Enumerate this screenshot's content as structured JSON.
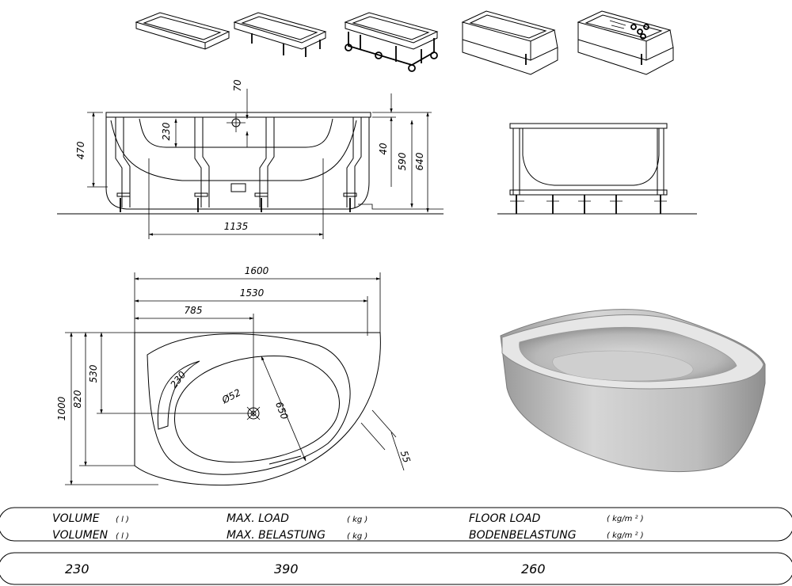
{
  "variants": [
    {
      "name": "tub-only"
    },
    {
      "name": "tub-with-legs"
    },
    {
      "name": "tub-with-frame"
    },
    {
      "name": "tub-with-panel"
    },
    {
      "name": "tub-with-panel-and-jets"
    }
  ],
  "front_view": {
    "dims": {
      "d70": "70",
      "d230": "230",
      "d470": "470",
      "d40": "40",
      "d590": "590",
      "d640": "640",
      "d1135": "1135"
    }
  },
  "plan_view": {
    "dims": {
      "d1600": "1600",
      "d1530": "1530",
      "d785": "785",
      "d1000": "1000",
      "d820": "820",
      "d530": "530",
      "d230": "230",
      "d52": "Ø52",
      "d650": "650",
      "d55": "55"
    }
  },
  "specs": {
    "volume_en": "VOLUME",
    "volume_de": "VOLUMEN",
    "volume_unit": "( l )",
    "load_en": "MAX. LOAD",
    "load_de": "MAX. BELASTUNG",
    "load_unit": "( kg )",
    "floor_en": "FLOOR LOAD",
    "floor_de": "BODENBELASTUNG",
    "floor_unit": "( kg/m ² )",
    "volume_value": "230",
    "load_value": "390",
    "floor_value": "260"
  },
  "colors": {
    "line": "#000000",
    "tub_render": "#c8c8c8"
  }
}
